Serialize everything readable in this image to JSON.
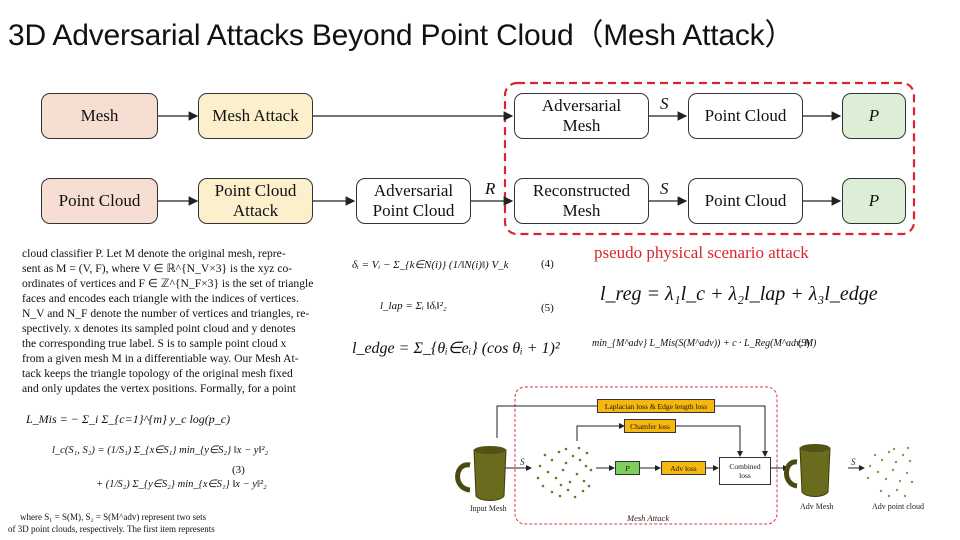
{
  "slide": {
    "title": "3D Adversarial Attacks Beyond Point Cloud（Mesh Attack）"
  },
  "diagram": {
    "row1": {
      "mesh": "Mesh",
      "mesh_attack": "Mesh Attack",
      "adv_mesh_line1": "Adversarial",
      "adv_mesh_line2": "Mesh",
      "s_label": "S",
      "point_cloud": "Point Cloud",
      "p_label": "P"
    },
    "row2": {
      "point_cloud": "Point Cloud",
      "pc_attack_line1": "Point Cloud",
      "pc_attack_line2": "Attack",
      "adv_pc_line1": "Adversarial",
      "adv_pc_line2": "Point Cloud",
      "r_label": "R",
      "recon_line1": "Reconstructed",
      "recon_line2": "Mesh",
      "s_label": "S",
      "point_cloud_out": "Point Cloud",
      "p_label": "P"
    },
    "dashed_caption": "pseudo physical scenario attack",
    "colors": {
      "peach": "#f6ded2",
      "yellow": "#fcefcc",
      "green": "#dcefd6",
      "red_dash": "#d9262e"
    }
  },
  "paper_text": {
    "lines": [
      "cloud classifier P.  Let M denote the original mesh, repre-",
      "sent as M = (V, F), where V ∈ ℝ^{N_V×3} is the xyz co-",
      "ordinates of vertices and F ∈ ℤ^{N_F×3} is the set of triangle",
      "faces and encodes each triangle with the indices of vertices.",
      "N_V and N_F denote the number of vertices and triangles, re-",
      "spectively. x denotes its sampled point cloud and y denotes",
      "the corresponding true label.  S is to sample point cloud x",
      "from a given mesh M in a differentiable way. Our Mesh At-",
      "tack keeps the triangle topology of the original mesh fixed",
      "and only updates the vertex positions. Formally, for a point"
    ],
    "eq_mis": "L_Mis = − Σ_i Σ_{c=1}^{m} y_c log(p_c)",
    "eq_chamfer_1": "l_c(S₁, S₂) = (1/S₁) Σ_{x∈S₁} min_{y∈S₂} ‖x − y‖²₂",
    "eq_chamfer_2": "+ (1/S₂) Σ_{y∈S₂} min_{x∈S₁} ‖x − y‖²₂",
    "eq_chamfer_num": "(3)",
    "footer_1": "where S₁ = S(M), S₂ = S(M^adv) represent two sets",
    "footer_2": "of 3D point clouds, respectively.  The first item represents"
  },
  "middle_eqs": {
    "delta": "δᵢ = Vᵢ − Σ_{k∈N(i)} (1/‖N(i)‖) V_k",
    "delta_num": "(4)",
    "lap": "l_lap = Σᵢ ‖δᵢ‖²₂",
    "lap_num": "(5)",
    "edge": "l_edge = Σ_{θᵢ∈eᵢ} (cos θᵢ + 1)²"
  },
  "right_eqs": {
    "reg": "l_reg = λ₁l_c + λ₂l_lap + λ₃l_edge",
    "opt": "min_{M^adv} L_Mis(S(M^adv)) + c · L_Reg(M^adv, M)",
    "opt_num": "(9)"
  },
  "pipeline": {
    "input_mesh": "Input Mesh",
    "s_label": "S",
    "p_label": "P",
    "laplacian": "Laplacian loss & Edge length loss",
    "chamfer": "Chamfer loss",
    "adv_loss": "Adv loss",
    "combined_line1": "Combined",
    "combined_line2": "loss",
    "s_label_2": "S",
    "adv_mesh": "Adv Mesh",
    "adv_pc": "Adv point cloud",
    "caption": "Mesh Attack"
  }
}
